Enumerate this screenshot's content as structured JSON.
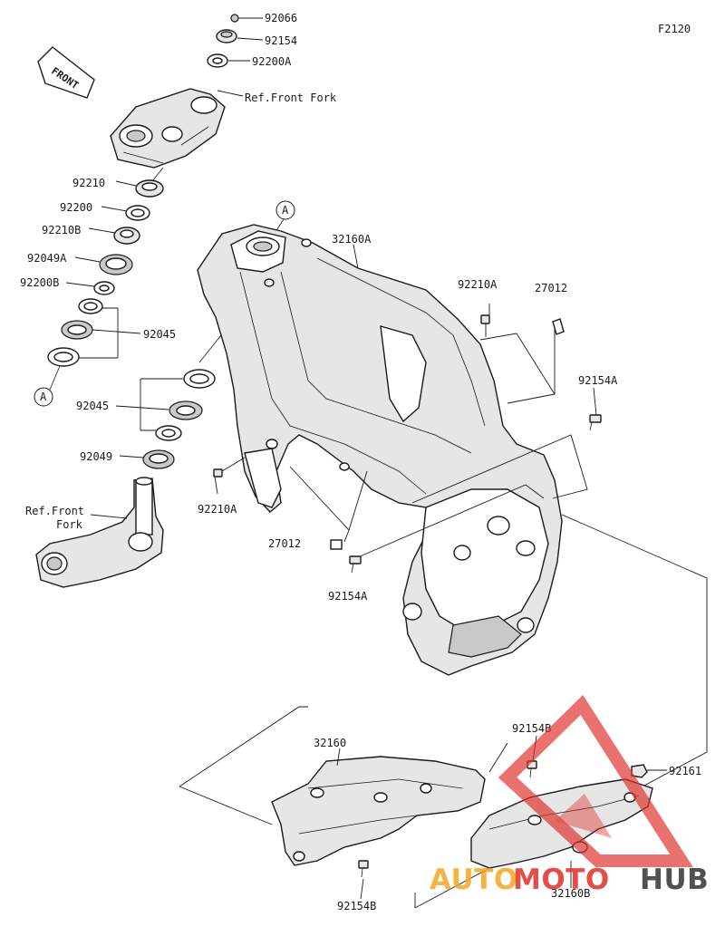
{
  "figure_code": "F2120",
  "front_label": "FRONT",
  "ref_label_top": "Ref.Front Fork",
  "ref_label_bottom_1": "Ref.Front",
  "ref_label_bottom_2": "Fork",
  "ref_letter": "A",
  "parts": {
    "p92066": "92066",
    "p92154": "92154",
    "p92200A": "92200A",
    "p92210": "92210",
    "p92200": "92200",
    "p92210B": "92210B",
    "p92049A": "92049A",
    "p92200B": "92200B",
    "p92045_upper": "92045",
    "p92045_lower": "92045",
    "p92049": "92049",
    "p32160A": "32160A",
    "p92210A_top": "92210A",
    "p27012_top": "27012",
    "p92154A_right": "92154A",
    "p92210A_bottom": "92210A",
    "p27012_bottom": "27012",
    "p92154A_bottom": "92154A",
    "p32160": "32160",
    "p92154B_top": "92154B",
    "p92161": "92161",
    "p92154B_bottom": "92154B",
    "p32160B": "32160B"
  },
  "watermark": {
    "part1": "AUTO",
    "part2": "MOTO",
    "part3": "HUB",
    "color_orange": "#f5a623",
    "color_red": "#e0302a",
    "color_dark": "#333333"
  }
}
